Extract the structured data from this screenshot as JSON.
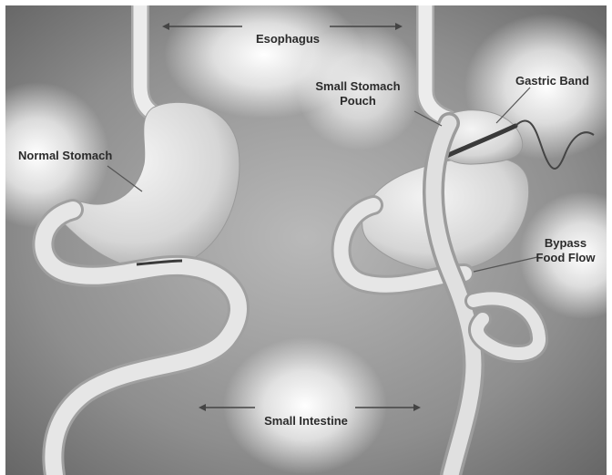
{
  "labels": {
    "esophagus": "Esophagus",
    "normal_stomach": "Normal Stomach",
    "small_stomach_pouch": "Small Stomach\nPouch",
    "gastric_band": "Gastric Band",
    "bypass_food_flow": "Bypass\nFood Flow",
    "small_intestine": "Small Intestine"
  },
  "colors": {
    "background_center": "#c9c9c9",
    "background_edge": "#4a4a4a",
    "organ": "#e4e4e4",
    "organ_shadow": "#9a9a9a",
    "band": "#333333",
    "text": "#2b2b2b"
  }
}
